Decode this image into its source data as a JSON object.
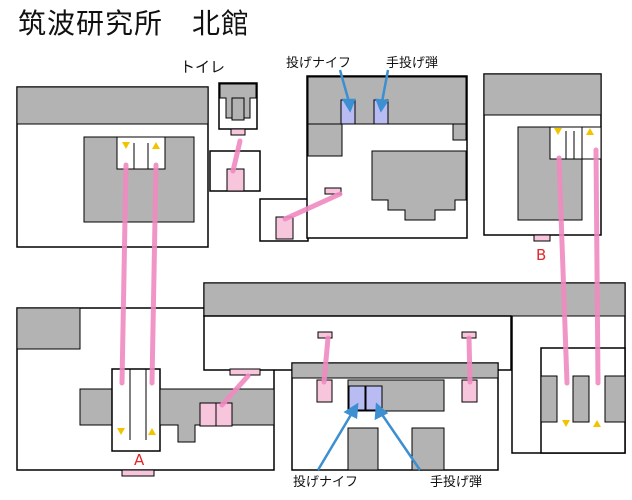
{
  "title": "筑波研究所　北館",
  "labels": {
    "toilet": "トイレ",
    "knife_top": "投げナイフ",
    "grenade_top": "手投げ弾",
    "knife_bottom": "投げナイフ",
    "grenade_bottom": "手投げ弾"
  },
  "markers": {
    "a": "A",
    "b": "B"
  },
  "colors": {
    "wall": "#000000",
    "block": "#b3b3b3",
    "floor": "#ffffff",
    "path": "#f08ac0",
    "door": "#f7c6dd",
    "item": "#b8bcf2",
    "arrow": "#3c8fd0",
    "stairs_marker": "#f2c400",
    "marker_text": "#e0282a"
  }
}
